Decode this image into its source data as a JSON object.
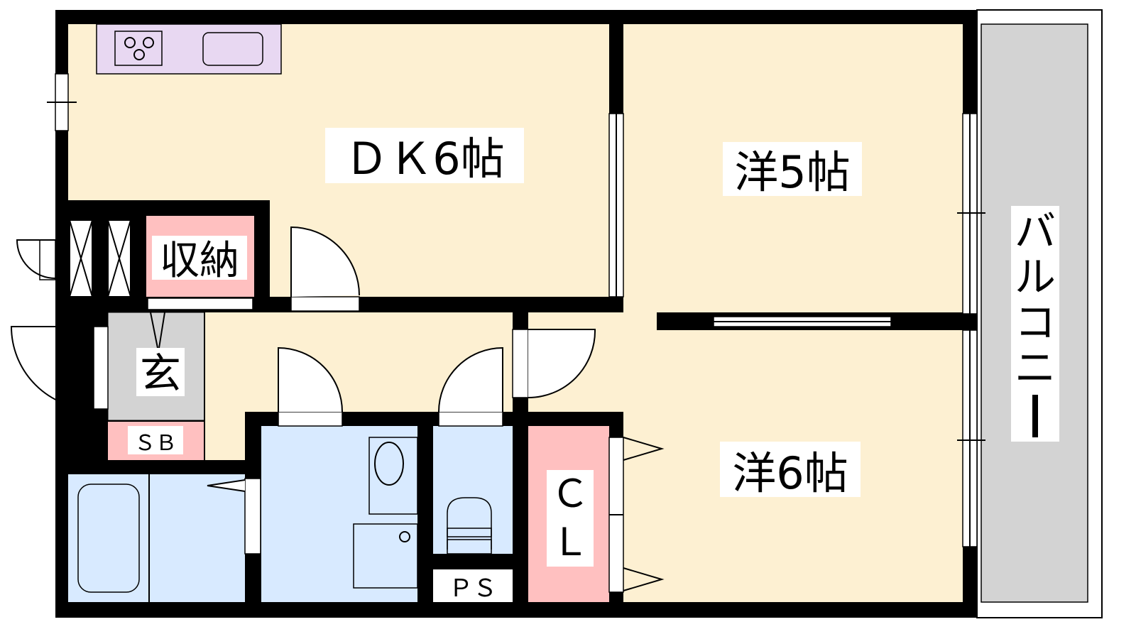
{
  "plan": {
    "rooms": {
      "dk": "ＤＫ6帖",
      "western5": "洋5帖",
      "western6": "洋6帖",
      "storage": "収納",
      "entrance": "玄",
      "shoebox": "ＳＢ",
      "closet_c": "Ｃ",
      "closet_l": "Ｌ",
      "pipe_space": "ＰＳ",
      "balcony": [
        "バ",
        "ル",
        "コ",
        "ニ",
        "ー"
      ]
    },
    "colors": {
      "floor": "#fdf0d2",
      "kitchen": "#e8d8f2",
      "storage": "#ffc0c0",
      "wet": "#d8eaff",
      "entrance": "#d3d3d3",
      "balcony": "#d3d3d3"
    }
  }
}
